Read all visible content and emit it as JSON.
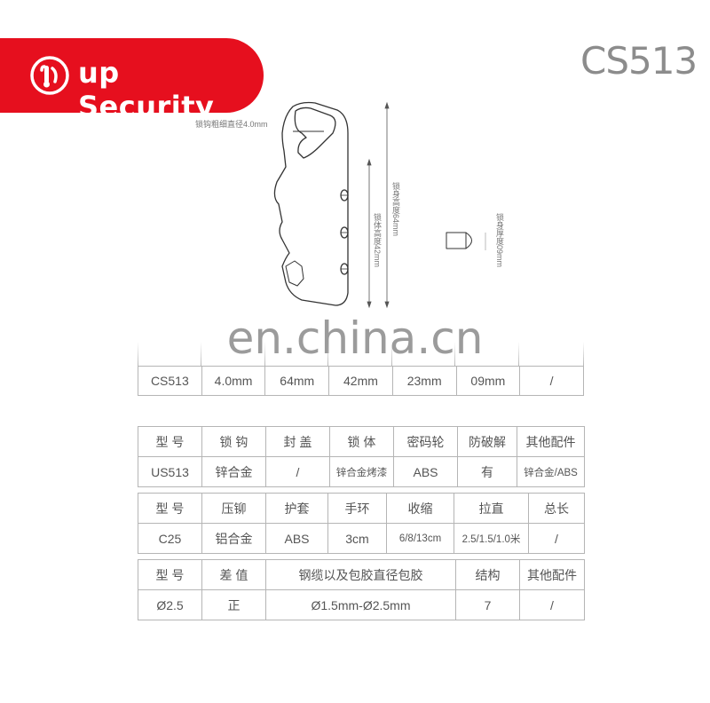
{
  "brand": {
    "name": "up Security",
    "color": "#e60f1e",
    "logo_icon": "padlock-circle-icon"
  },
  "model_code": "CS513",
  "drawing": {
    "labels": {
      "shackle_diameter": "锁钩粗细直径4.0mm",
      "total_height": "锁身高度64mm",
      "body_height": "锁体高度42mm",
      "body_thickness": "锁身厚度09mm"
    }
  },
  "watermark": "en.china.cn",
  "dimensions_table": {
    "rows": [
      [
        "CS513",
        "4.0mm",
        "64mm",
        "42mm",
        "23mm",
        "09mm",
        "/"
      ]
    ]
  },
  "lock_table": {
    "headers": [
      "型 号",
      "锁 钩",
      "封 盖",
      "锁 体",
      "密码轮",
      "防破解",
      "其他配件"
    ],
    "rows": [
      [
        "US513",
        "锌合金",
        "/",
        "锌合金烤漆",
        "ABS",
        "有",
        "锌合金/ABS"
      ]
    ]
  },
  "cable_table": {
    "headers": [
      "型 号",
      "压铆",
      "护套",
      "手环",
      "收缩",
      "拉直",
      "总长"
    ],
    "rows": [
      [
        "C25",
        "铝合金",
        "ABS",
        "3cm",
        "6/8/13cm",
        "2.5/1.5/1.0米",
        "/"
      ]
    ]
  },
  "wire_table": {
    "headers": [
      "型 号",
      "差 值",
      "钢缆以及包胶直径包胶",
      "结构",
      "其他配件"
    ],
    "rows": [
      [
        "Ø2.5",
        "正",
        "Ø1.5mm-Ø2.5mm",
        "7",
        "/"
      ]
    ]
  }
}
